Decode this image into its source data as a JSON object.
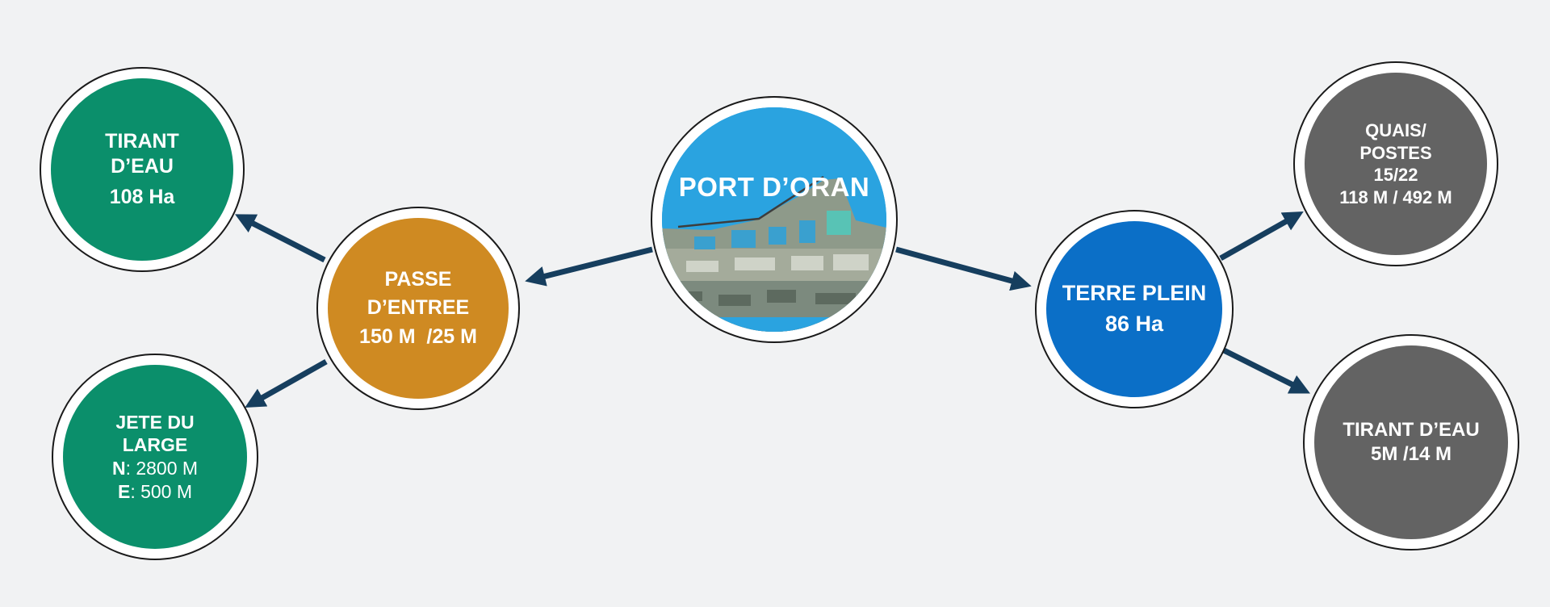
{
  "colors": {
    "background": "#f1f2f3",
    "green": "#0b8f6b",
    "orange": "#cf8a22",
    "blue": "#0b6fc7",
    "gray": "#636363",
    "sea": "#2aa3e0",
    "arrow": "#163e5e"
  },
  "nodes": {
    "port": {
      "lines": [
        "PORT D’ORAN"
      ]
    },
    "tirant_left": {
      "lines": [
        "TIRANT",
        "D’EAU",
        "108 Ha"
      ]
    },
    "passe": {
      "lines": [
        "PASSE",
        "D’ENTREE",
        "150 M  /25 M"
      ]
    },
    "jete": {
      "lines": [
        "JETE DU",
        "LARGE"
      ],
      "rows": [
        {
          "label": "N",
          "value": ": 2800 M"
        },
        {
          "label": "E",
          "value": ": 500 M"
        }
      ]
    },
    "terre": {
      "lines": [
        "TERRE PLEIN",
        "86 Ha"
      ]
    },
    "quais": {
      "lines": [
        "QUAIS/",
        "POSTES",
        "15/22",
        "118 M / 492 M"
      ]
    },
    "tirant_right": {
      "lines": [
        "TIRANT D’EAU",
        "5M /14 M"
      ]
    }
  }
}
